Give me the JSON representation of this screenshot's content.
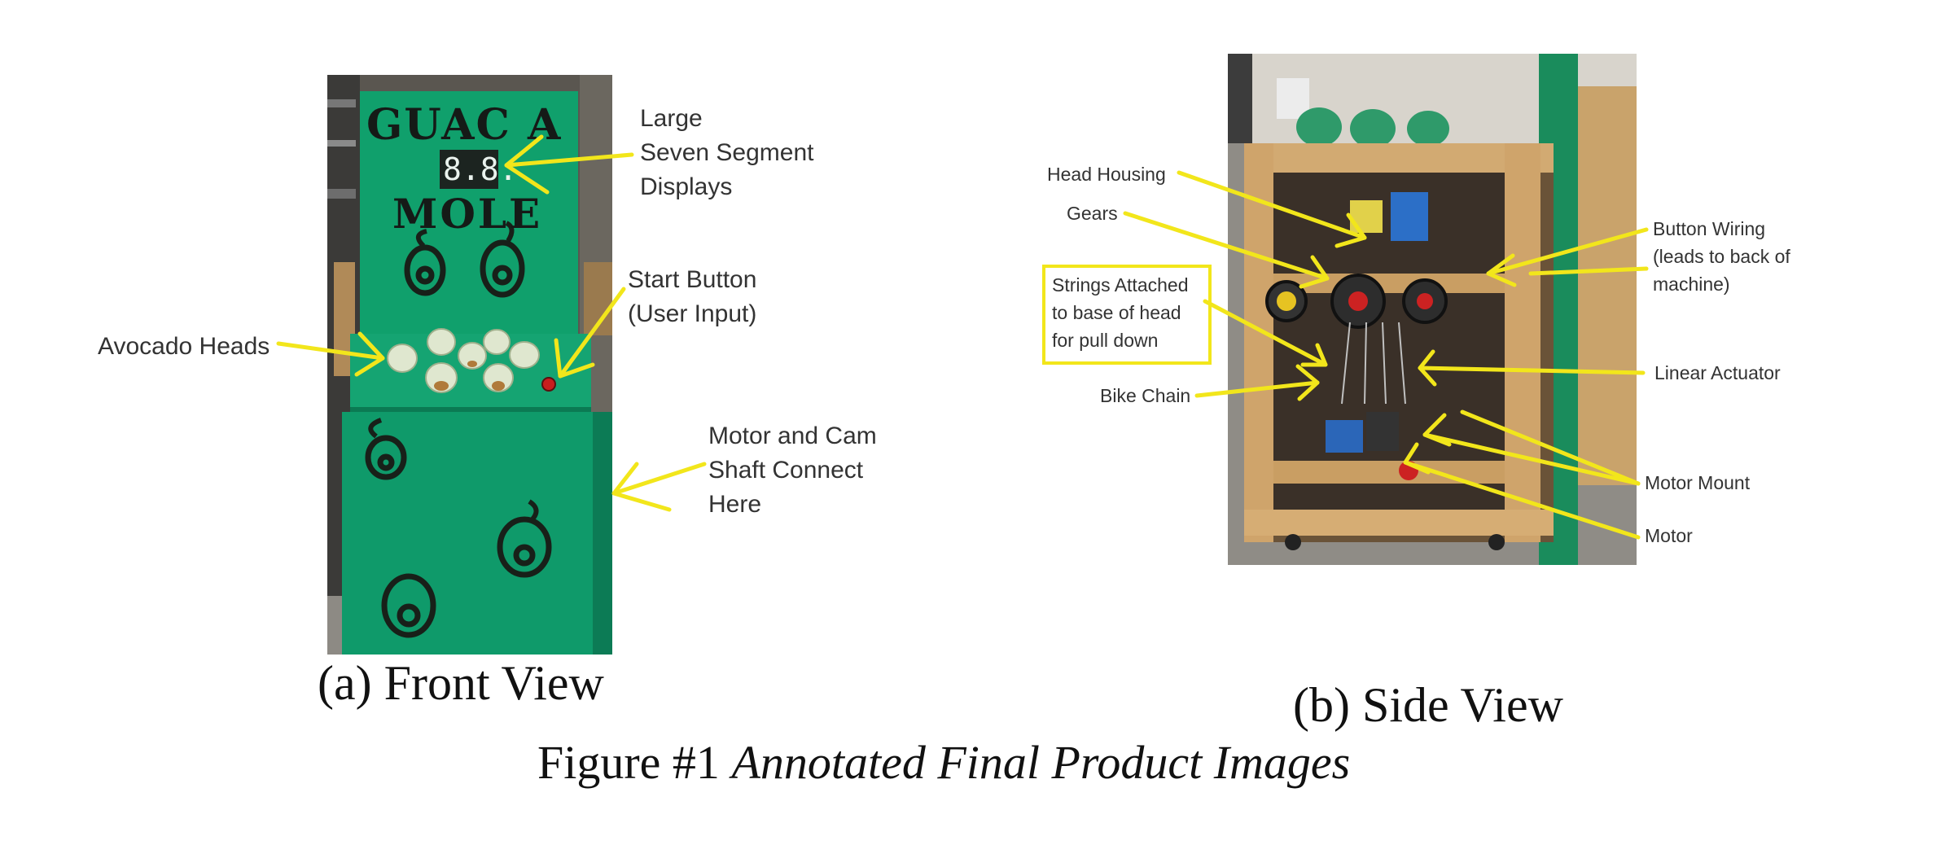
{
  "photo_front": {
    "title_line1": "GUAC A",
    "title_line2": "MOLE",
    "display_digits": "8.8."
  },
  "labels_front": {
    "large_displays": [
      "Large",
      "Seven Segment",
      "Displays"
    ],
    "start_button": [
      "Start Button",
      "(User Input)"
    ],
    "avocado_heads": "Avocado Heads",
    "motor_cam": [
      "Motor and Cam",
      "Shaft Connect",
      "Here"
    ]
  },
  "labels_side": {
    "head_housing": "Head Housing",
    "gears": "Gears",
    "strings": [
      "Strings Attached",
      "to base of head",
      "for pull down"
    ],
    "bike_chain": "Bike Chain",
    "button_wiring": [
      "Button Wiring",
      "(leads to back of",
      "machine)"
    ],
    "linear_actuator": "Linear Actuator",
    "motor_mount": "Motor Mount",
    "motor": "Motor"
  },
  "captions": {
    "front": "(a) Front View",
    "side": "(b) Side View",
    "figure_prefix": "Figure #1",
    "figure_title": "Annotated Final Product Images"
  },
  "colors": {
    "annotation_yellow": "#f2e61b",
    "cabinet_green": "#0f9a6a",
    "wood": "#c9a36b"
  }
}
